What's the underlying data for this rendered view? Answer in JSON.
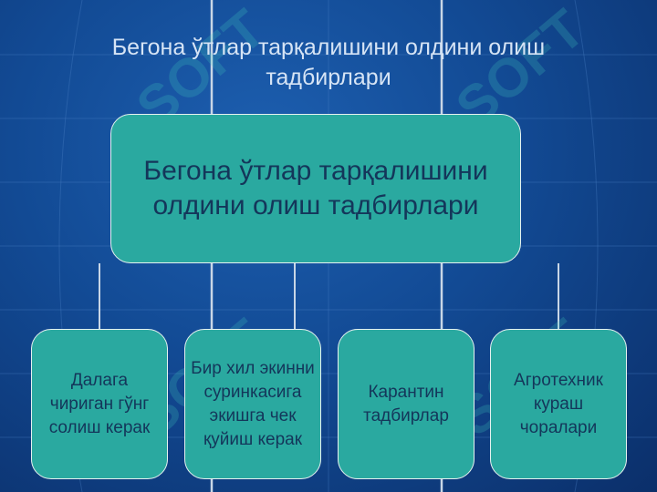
{
  "slide": {
    "title_line1": "Бегона ўтлар тарқалишини олдини олиш",
    "title_line2": "тадбирлари"
  },
  "diagram": {
    "root": "Бегона ўтлар тарқалишини олдини олиш тадбирлари",
    "children": [
      "Далага чириган гўнг солиш керак",
      "Бир хил экинни суринкасига экишга чек қуйиш керак",
      "Карантин тадбирлар",
      "Агротехник кураш чоралари"
    ]
  },
  "watermark": "SOFT",
  "colors": {
    "background": "#124a94",
    "box_fill": "#2aa9a0",
    "box_border": "#e6f2f0",
    "box_text": "#14365a",
    "title_text": "#d6e4f5"
  }
}
